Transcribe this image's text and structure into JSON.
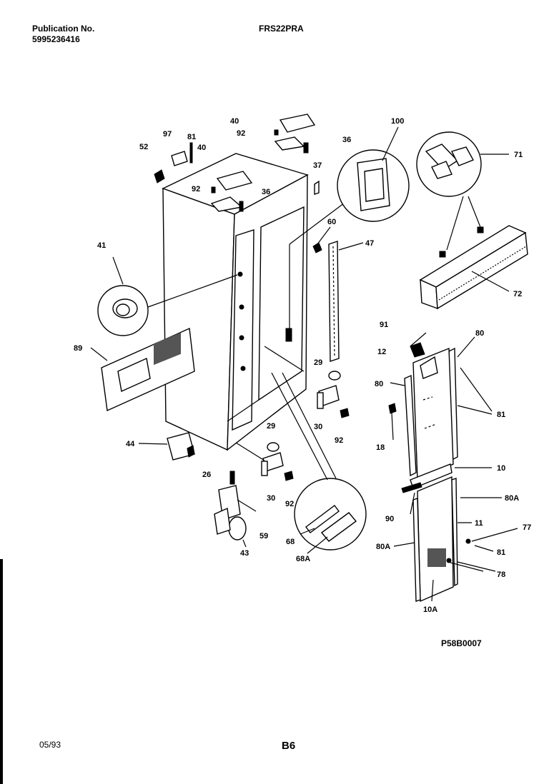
{
  "header": {
    "publication_label": "Publication No.",
    "publication_number": "5995236416",
    "model": "FRS22PRA"
  },
  "footer": {
    "date": "05/93",
    "page": "B6",
    "diagram_code": "P58B0007"
  },
  "callouts": {
    "c100": "100",
    "c71": "71",
    "c72": "72",
    "c40a": "40",
    "c92a": "92",
    "c36a": "36",
    "c97": "97",
    "c81a": "81",
    "c52": "52",
    "c40b": "40",
    "c92b": "92",
    "c36b": "36",
    "c37": "37",
    "c60": "60",
    "c47": "47",
    "c41": "41",
    "c89": "89",
    "c29a": "29",
    "c30a": "30",
    "c92c": "92",
    "c29b": "29",
    "c30b": "30",
    "c92d": "92",
    "c44": "44",
    "c26": "26",
    "c59": "59",
    "c43": "43",
    "c68": "68",
    "c68a": "68A",
    "c91": "91",
    "c80a": "80",
    "c12": "12",
    "c80b": "80",
    "c81b": "81",
    "c18": "18",
    "c10": "10",
    "c80c": "80A",
    "c90": "90",
    "c11": "11",
    "c77": "77",
    "c80d": "80A",
    "c81c": "81",
    "c78": "78",
    "c10a": "10A"
  }
}
